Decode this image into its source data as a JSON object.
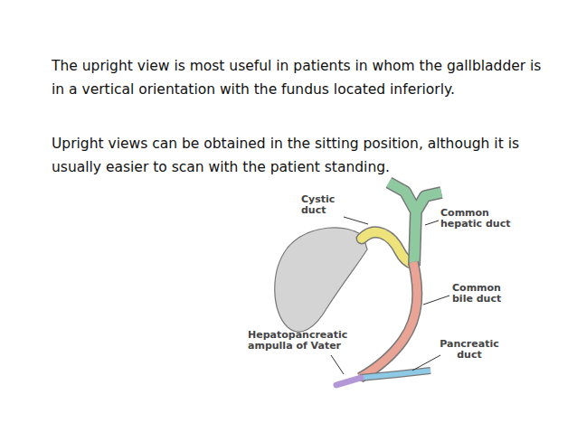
{
  "diagram": {
    "labels": [
      "The upright view is most useful in patients in whom the gallbladder is in a vertical orientation with the fundus located inferiorly.",
      "Upright views can be obtained in the sitting position, although it is usually easier to scan with the patient standing.",
      "Cystic duct",
      "Common hepatic duct",
      "Common bile duct",
      "Hepatopancreatic ampulla of Vater",
      "Pancreatic duct"
    ]
  }
}
